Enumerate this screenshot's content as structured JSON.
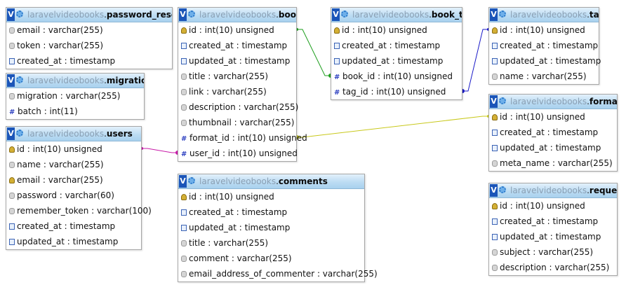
{
  "database": "laravelvideobooks",
  "colors": {
    "book_tag-books": "#1e9e1e",
    "book_tag-tags": "#1a1ac8",
    "books-formats": "#c8c81a",
    "books-users": "#c81aa8"
  },
  "tables": [
    {
      "id": "password_resets",
      "name": "password_resets",
      "columns": [
        {
          "icon": "gen-icon",
          "text": "email : varchar(255)"
        },
        {
          "icon": "gen-icon",
          "text": "token : varchar(255)"
        },
        {
          "icon": "date-icon",
          "text": "created_at : timestamp"
        }
      ]
    },
    {
      "id": "migrations",
      "name": "migrations",
      "columns": [
        {
          "icon": "gen-icon",
          "text": "migration : varchar(255)"
        },
        {
          "icon": "num-icon",
          "text": "batch : int(11)"
        }
      ]
    },
    {
      "id": "users",
      "name": "users",
      "columns": [
        {
          "icon": "key-icon",
          "text": "id : int(10) unsigned"
        },
        {
          "icon": "gen-icon",
          "text": "name : varchar(255)"
        },
        {
          "icon": "key-icon",
          "text": "email : varchar(255)"
        },
        {
          "icon": "gen-icon",
          "text": "password : varchar(60)"
        },
        {
          "icon": "gen-icon",
          "text": "remember_token : varchar(100)"
        },
        {
          "icon": "date-icon",
          "text": "created_at : timestamp"
        },
        {
          "icon": "date-icon",
          "text": "updated_at : timestamp"
        }
      ]
    },
    {
      "id": "books",
      "name": "books",
      "columns": [
        {
          "icon": "key-icon",
          "text": "id : int(10) unsigned"
        },
        {
          "icon": "date-icon",
          "text": "created_at : timestamp"
        },
        {
          "icon": "date-icon",
          "text": "updated_at : timestamp"
        },
        {
          "icon": "gen-icon",
          "text": "title : varchar(255)"
        },
        {
          "icon": "gen-icon",
          "text": "link : varchar(255)"
        },
        {
          "icon": "gen-icon",
          "text": "description : varchar(255)"
        },
        {
          "icon": "gen-icon",
          "text": "thumbnail : varchar(255)"
        },
        {
          "icon": "num-icon",
          "text": "format_id : int(10) unsigned"
        },
        {
          "icon": "num-icon",
          "text": "user_id : int(10) unsigned"
        }
      ]
    },
    {
      "id": "comments",
      "name": "comments",
      "columns": [
        {
          "icon": "key-icon",
          "text": "id : int(10) unsigned"
        },
        {
          "icon": "date-icon",
          "text": "created_at : timestamp"
        },
        {
          "icon": "date-icon",
          "text": "updated_at : timestamp"
        },
        {
          "icon": "gen-icon",
          "text": "title : varchar(255)"
        },
        {
          "icon": "gen-icon",
          "text": "comment : varchar(255)"
        },
        {
          "icon": "gen-icon",
          "text": "email_address_of_commenter : varchar(255)"
        }
      ]
    },
    {
      "id": "book_tag",
      "name": "book_tag",
      "columns": [
        {
          "icon": "key-icon",
          "text": "id : int(10) unsigned"
        },
        {
          "icon": "date-icon",
          "text": "created_at : timestamp"
        },
        {
          "icon": "date-icon",
          "text": "updated_at : timestamp"
        },
        {
          "icon": "num-icon",
          "text": "book_id : int(10) unsigned"
        },
        {
          "icon": "num-icon",
          "text": "tag_id : int(10) unsigned"
        }
      ]
    },
    {
      "id": "tags",
      "name": "tags",
      "columns": [
        {
          "icon": "key-icon",
          "text": "id : int(10) unsigned"
        },
        {
          "icon": "date-icon",
          "text": "created_at : timestamp"
        },
        {
          "icon": "date-icon",
          "text": "updated_at : timestamp"
        },
        {
          "icon": "gen-icon",
          "text": "name : varchar(255)"
        }
      ]
    },
    {
      "id": "formats",
      "name": "formats",
      "columns": [
        {
          "icon": "key-icon",
          "text": "id : int(10) unsigned"
        },
        {
          "icon": "date-icon",
          "text": "created_at : timestamp"
        },
        {
          "icon": "date-icon",
          "text": "updated_at : timestamp"
        },
        {
          "icon": "gen-icon",
          "text": "meta_name : varchar(255)"
        }
      ]
    },
    {
      "id": "requests",
      "name": "requests",
      "columns": [
        {
          "icon": "key-icon",
          "text": "id : int(10) unsigned"
        },
        {
          "icon": "date-icon",
          "text": "created_at : timestamp"
        },
        {
          "icon": "date-icon",
          "text": "updated_at : timestamp"
        },
        {
          "icon": "gen-icon",
          "text": "subject : varchar(255)"
        },
        {
          "icon": "gen-icon",
          "text": "description : varchar(255)"
        }
      ]
    }
  ],
  "relations": [
    {
      "name": "book_tag-books",
      "from": "book_tag.book_id",
      "to": "books.id"
    },
    {
      "name": "book_tag-tags",
      "from": "book_tag.tag_id",
      "to": "tags.id"
    },
    {
      "name": "books-formats",
      "from": "books.format_id",
      "to": "formats.id"
    },
    {
      "name": "books-users",
      "from": "books.user_id",
      "to": "users.id"
    }
  ]
}
